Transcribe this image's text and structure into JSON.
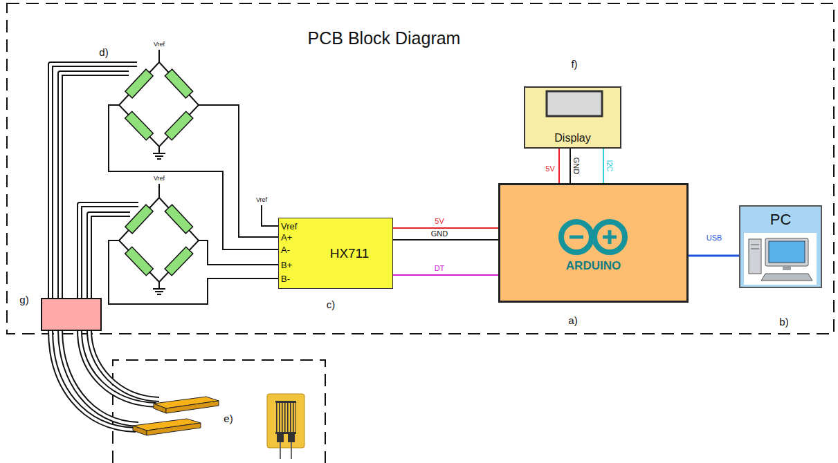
{
  "diagram": {
    "title": "PCB Block Diagram",
    "nodes": [
      {
        "text": [
          "Display"
        ]
      },
      {
        "text": [
          "HX711"
        ]
      },
      {
        "text": [
          "ARDUINO"
        ]
      },
      {
        "text": [
          "PC"
        ]
      }
    ],
    "edges": [
      {
        "from": 1,
        "to": 2,
        "arrow": "none",
        "label": "5V"
      },
      {
        "from": 1,
        "to": 2,
        "arrow": "none",
        "label": "GND"
      },
      {
        "from": 1,
        "to": 2,
        "arrow": "none",
        "label": "DT"
      },
      {
        "from": 0,
        "to": 2,
        "arrow": "none",
        "label": "5V"
      },
      {
        "from": 0,
        "to": 2,
        "arrow": "none",
        "label": "GND"
      },
      {
        "from": 0,
        "to": 2,
        "arrow": "none",
        "label": "I2C"
      },
      {
        "from": 2,
        "to": 3,
        "arrow": "none",
        "label": "USB"
      }
    ],
    "labels": [
      "d)",
      "Vref",
      "Vref",
      "Vref",
      "Vref",
      "A+",
      "A-",
      "B+",
      "B-",
      "f)",
      "c)",
      "a)",
      "b)",
      "g)",
      "e)"
    ]
  }
}
